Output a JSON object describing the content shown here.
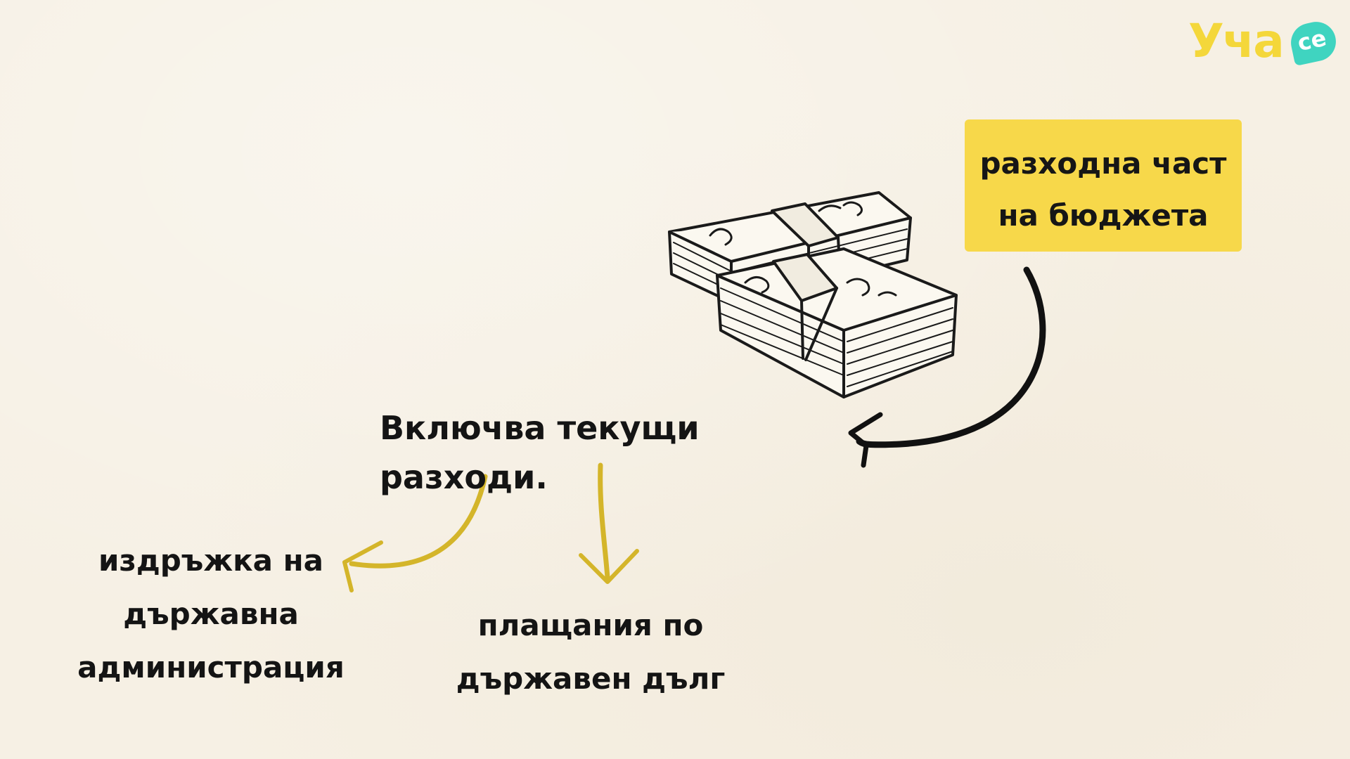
{
  "logo": {
    "text": "Уча",
    "badge": "се",
    "colors": {
      "text": "#f4d73a",
      "badge": "#3fd4c0"
    }
  },
  "budget_box": {
    "line1": "разходна част",
    "line2": "на бюджета",
    "color": "#f7d84a"
  },
  "main_text": "Включва текущи разходи.",
  "left_branch": {
    "line1": "издръжка на",
    "line2": "държавна",
    "line3": "администрация"
  },
  "right_branch": {
    "line1": "плащания по",
    "line2": "държавен дълг"
  },
  "icons": {
    "money": "money-stacks-icon",
    "arrow_black": "curved-arrow-icon",
    "arrow_left": "curved-arrow-left-icon",
    "arrow_down": "arrow-down-icon"
  },
  "colors": {
    "background": "#f6f0e4",
    "arrow_yellow": "#d4b52a",
    "ink": "#141414"
  }
}
